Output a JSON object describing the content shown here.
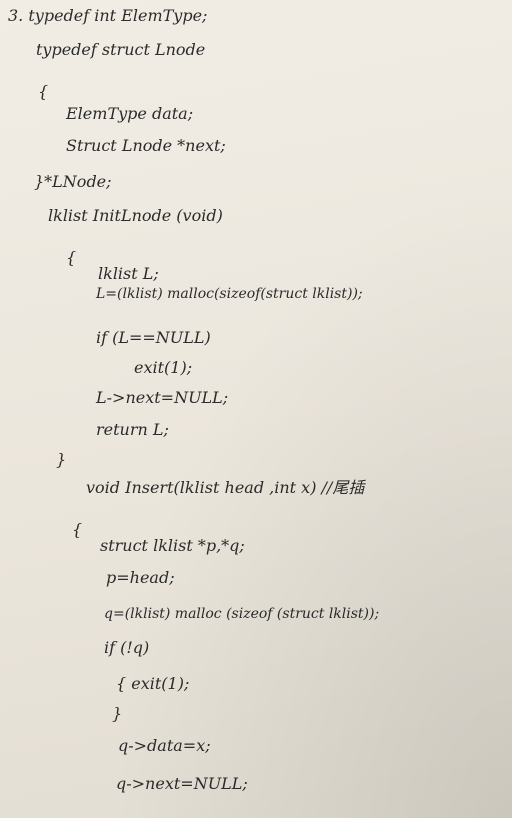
{
  "lines": [
    "3. typedef int ElemType;",
    "typedef struct Lnode",
    "{",
    "ElemType data;",
    "Struct Lnode *next;",
    "}*LNode;",
    "lklist InitLnode (void)",
    "{",
    "lklist L;",
    "L=(lklist) malloc(sizeof(struct lklist));",
    "if (L==NULL)",
    "exit(1);",
    "L->next=NULL;",
    "return L;",
    "}",
    "void Insert(lklist head ,int x) //尾插",
    "{",
    "struct lklist *p,*q;",
    "p=head;",
    "q=(lklist) malloc (sizeof (struct lklist));",
    "if (!q)",
    "{ exit(1);",
    "}",
    "q->data=x;",
    "q->next=NULL;"
  ]
}
